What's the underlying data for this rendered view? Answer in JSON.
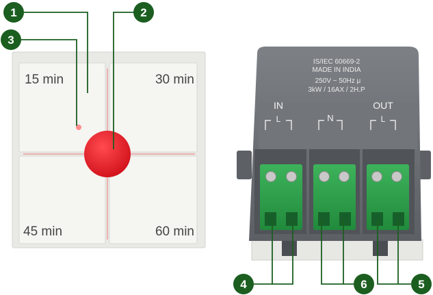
{
  "timer_switch": {
    "buttons": {
      "top_left": "15 min",
      "top_right": "30 min",
      "bottom_left": "45 min",
      "bottom_right": "60 min"
    }
  },
  "terminal_block": {
    "label_lines": [
      "IS/IEC 60669-2",
      "MADE IN INDIA",
      "250V  ~  50Hz     μ",
      "3kW / 16AX / 2H.P"
    ],
    "terminals": {
      "in": "IN",
      "in_sub": "L",
      "n": "N",
      "out": "OUT",
      "out_sub": "L"
    }
  },
  "callouts": [
    "1",
    "2",
    "3",
    "4",
    "5",
    "6"
  ],
  "colors": {
    "callout_green": "#1b5e20",
    "indicator_red": "#e01b24",
    "connector_green": "#2e9e4a",
    "housing_gray": "#6e7277",
    "plate_white": "#f2f2ef"
  }
}
